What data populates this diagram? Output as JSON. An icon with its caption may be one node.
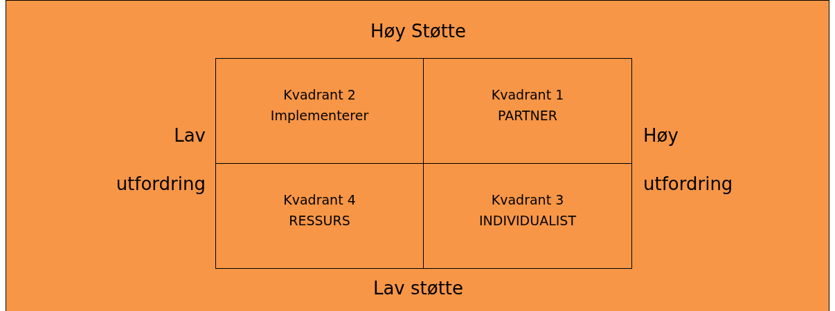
{
  "diagram": {
    "nodes": [
      {
        "text": [
          "Kvadrant 2",
          "Implementerer"
        ]
      },
      {
        "text": [
          "Kvadrant 1",
          "PARTNER"
        ]
      },
      {
        "text": [
          "Kvadrant 4",
          "RESSURS"
        ]
      },
      {
        "text": [
          "Kvadrant 3",
          "INDIVIDUALIST"
        ]
      }
    ],
    "labels": [
      "Høy Støtte",
      "Lav utfordring",
      "Høy utfordring",
      "Lav støtte"
    ]
  }
}
